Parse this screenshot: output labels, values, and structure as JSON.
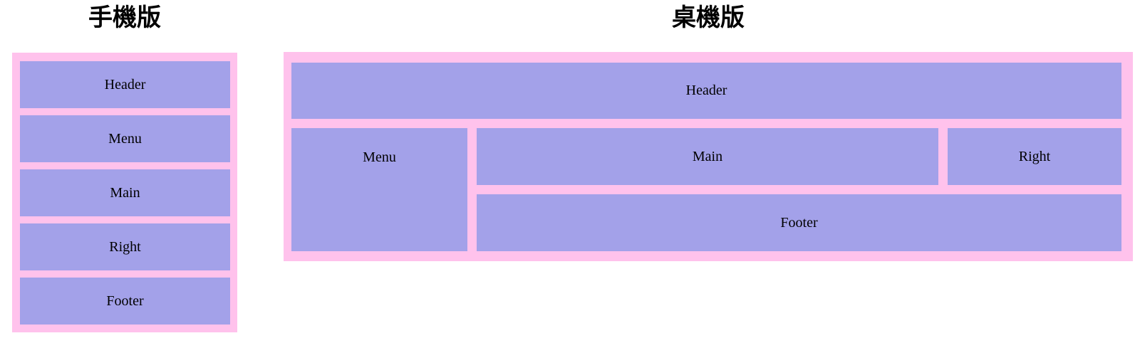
{
  "colors": {
    "page_background": "#FFFFFF",
    "container_pink": "#FFC2EC",
    "block_purple": "#A3A1E9",
    "label_text": "#000000",
    "title_text": "#000000"
  },
  "mobile": {
    "title": "手機版",
    "blocks": [
      {
        "name": "header",
        "label": "Header"
      },
      {
        "name": "menu",
        "label": "Menu"
      },
      {
        "name": "main",
        "label": "Main"
      },
      {
        "name": "right",
        "label": "Right"
      },
      {
        "name": "footer",
        "label": "Footer"
      }
    ]
  },
  "desktop": {
    "title": "桌機版",
    "blocks": {
      "header": "Header",
      "menu": "Menu",
      "main": "Main",
      "right": "Right",
      "footer": "Footer"
    }
  }
}
